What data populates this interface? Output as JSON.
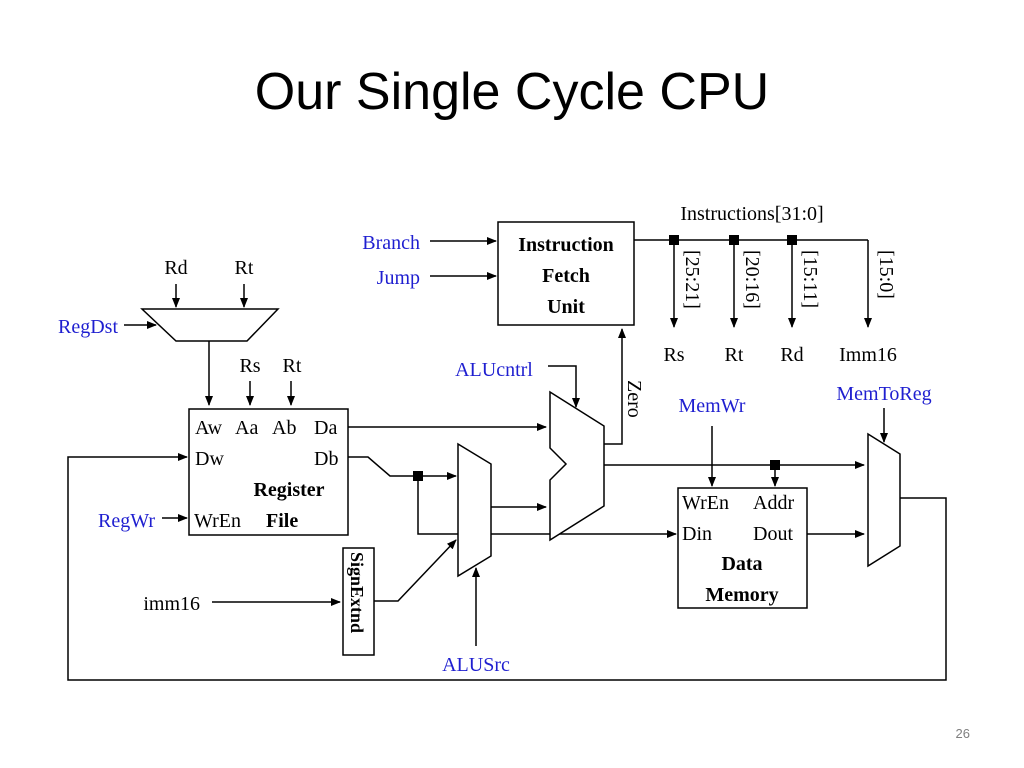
{
  "title": "Our Single Cycle CPU",
  "page_number": "26",
  "colors": {
    "control": "#1f1fd0",
    "wire": "#000000"
  },
  "control_signals": {
    "branch": "Branch",
    "jump": "Jump",
    "regdst": "RegDst",
    "regwr": "RegWr",
    "aluctrl": "ALUcntrl",
    "memwr": "MemWr",
    "memtoreg": "MemToReg",
    "alusrc": "ALUSrc"
  },
  "signals": {
    "instructions": "Instructions[31:0]",
    "rd_top": "Rd",
    "rt_top": "Rt",
    "rs_in": "Rs",
    "rt_in": "Rt",
    "zero": "Zero",
    "imm16_in": "imm16",
    "bits_25_21": "[25:21]",
    "bits_20_16": "[20:16]",
    "bits_15_11": "[15:11]",
    "bits_15_0": "[15:0]",
    "out_rs": "Rs",
    "out_rt": "Rt",
    "out_rd": "Rd",
    "out_imm16": "Imm16"
  },
  "fetch_unit": {
    "line1": "Instruction",
    "line2": "Fetch",
    "line3": "Unit"
  },
  "register_file": {
    "aw": "Aw",
    "aa": "Aa",
    "ab": "Ab",
    "da": "Da",
    "dw": "Dw",
    "db": "Db",
    "wren": "WrEn",
    "name1": "Register",
    "name2": "File"
  },
  "sign_extend": {
    "label": "SignExtnd"
  },
  "data_memory": {
    "wren": "WrEn",
    "addr": "Addr",
    "din": "Din",
    "dout": "Dout",
    "name1": "Data",
    "name2": "Memory"
  }
}
